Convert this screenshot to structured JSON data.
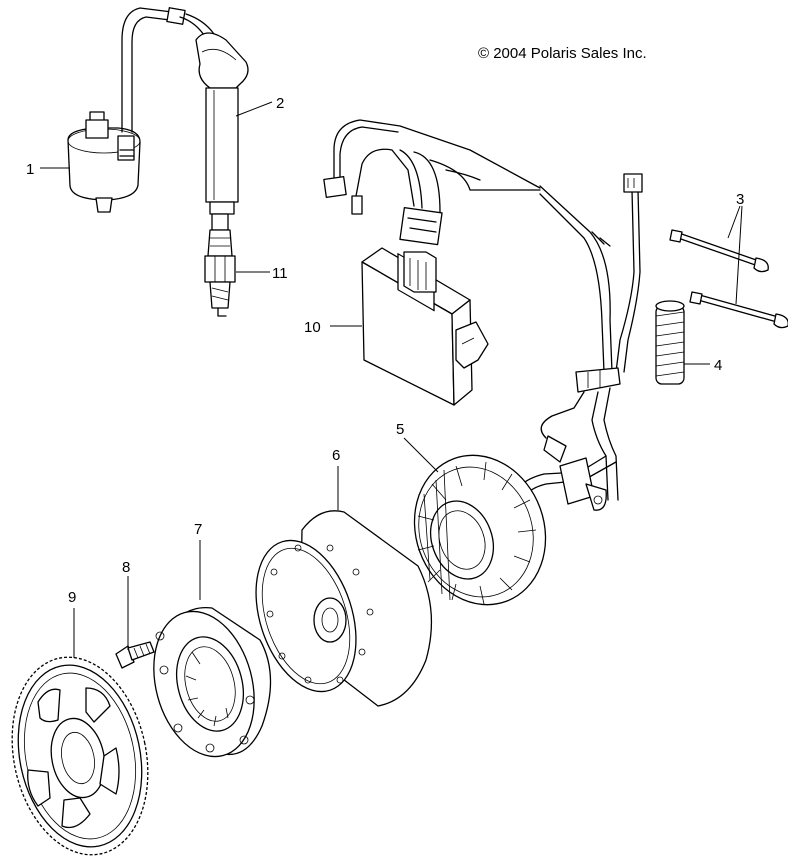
{
  "copyright": "© 2004 Polaris Sales Inc.",
  "callouts": [
    {
      "id": "1",
      "text": "1"
    },
    {
      "id": "2",
      "text": "2"
    },
    {
      "id": "3",
      "text": "3"
    },
    {
      "id": "4",
      "text": "4"
    },
    {
      "id": "5",
      "text": "5"
    },
    {
      "id": "6",
      "text": "6"
    },
    {
      "id": "7",
      "text": "7"
    },
    {
      "id": "8",
      "text": "8"
    },
    {
      "id": "9",
      "text": "9"
    },
    {
      "id": "10",
      "text": "10"
    },
    {
      "id": "11",
      "text": "11"
    }
  ],
  "colors": {
    "ink": "#000000",
    "paper": "#ffffff"
  }
}
